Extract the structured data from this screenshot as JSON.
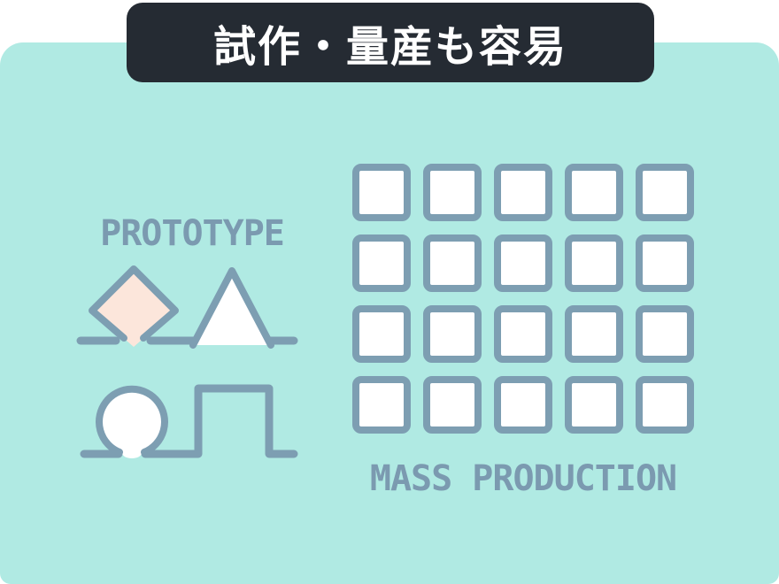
{
  "title_banner": {
    "label": "試作・量産も容易"
  },
  "left_section": {
    "heading": "PROTOTYPE",
    "icons": {
      "diamond": "◇",
      "triangle": "△",
      "circle": "○",
      "arch": "⊓"
    }
  },
  "right_section": {
    "heading": "MASS PRODUCTION",
    "grid": {
      "rows": 4,
      "cols": 5,
      "count": 20,
      "square_icon": "□"
    }
  },
  "colors": {
    "page_bg": "#ffffff",
    "panel_bg": "#b0eae3",
    "banner_bg": "#252b33",
    "banner_text": "#ffffff",
    "stroke": "#7d9eb2",
    "label_text": "#7b9ab0",
    "diamond_fill": "#fce6db",
    "shape_fill": "#ffffff"
  }
}
